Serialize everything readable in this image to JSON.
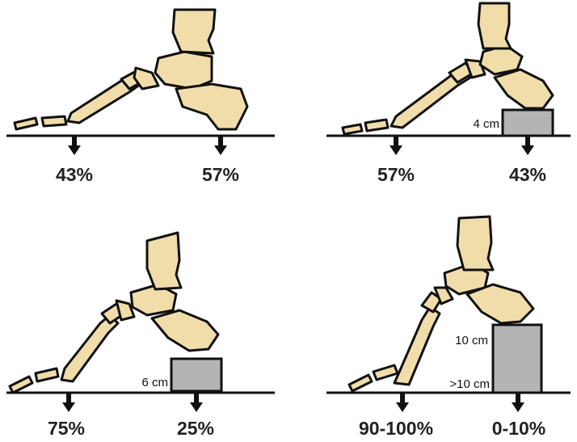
{
  "panels": [
    {
      "id": "flat",
      "heel_block_label": "",
      "block_label_2": "",
      "forefoot_load": "43%",
      "heel_load": "57%"
    },
    {
      "id": "heel-4cm",
      "heel_block_label": "4 cm",
      "block_label_2": "",
      "forefoot_load": "57%",
      "heel_load": "43%"
    },
    {
      "id": "heel-6cm",
      "heel_block_label": "6 cm",
      "block_label_2": "",
      "forefoot_load": "75%",
      "heel_load": "25%"
    },
    {
      "id": "heel-10cm",
      "heel_block_label": "10 cm",
      "block_label_2": ">10 cm",
      "forefoot_load": "90-100%",
      "heel_load": "0-10%"
    }
  ]
}
